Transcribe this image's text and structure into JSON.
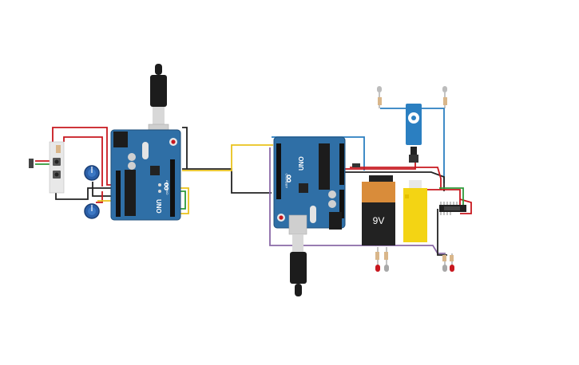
{
  "board_left": {
    "model_label": "UNO",
    "brand_label": "ARDUINO",
    "logo_symbol": "∞"
  },
  "board_right": {
    "model_label": "UNO",
    "brand_label": "ARDUINO",
    "logo_symbol": "∞"
  },
  "battery": {
    "voltage_label": "9V"
  },
  "colors": {
    "board_blue": "#2f6fa6",
    "wire_red": "#c8171e",
    "wire_black": "#222222",
    "wire_yellow": "#e9c21d",
    "wire_green": "#2e9a3a",
    "wire_blue": "#2b7fc1",
    "wire_purple": "#8a6aa8",
    "battery_copper": "#d98c3a",
    "motor_yellow": "#f3d414"
  }
}
